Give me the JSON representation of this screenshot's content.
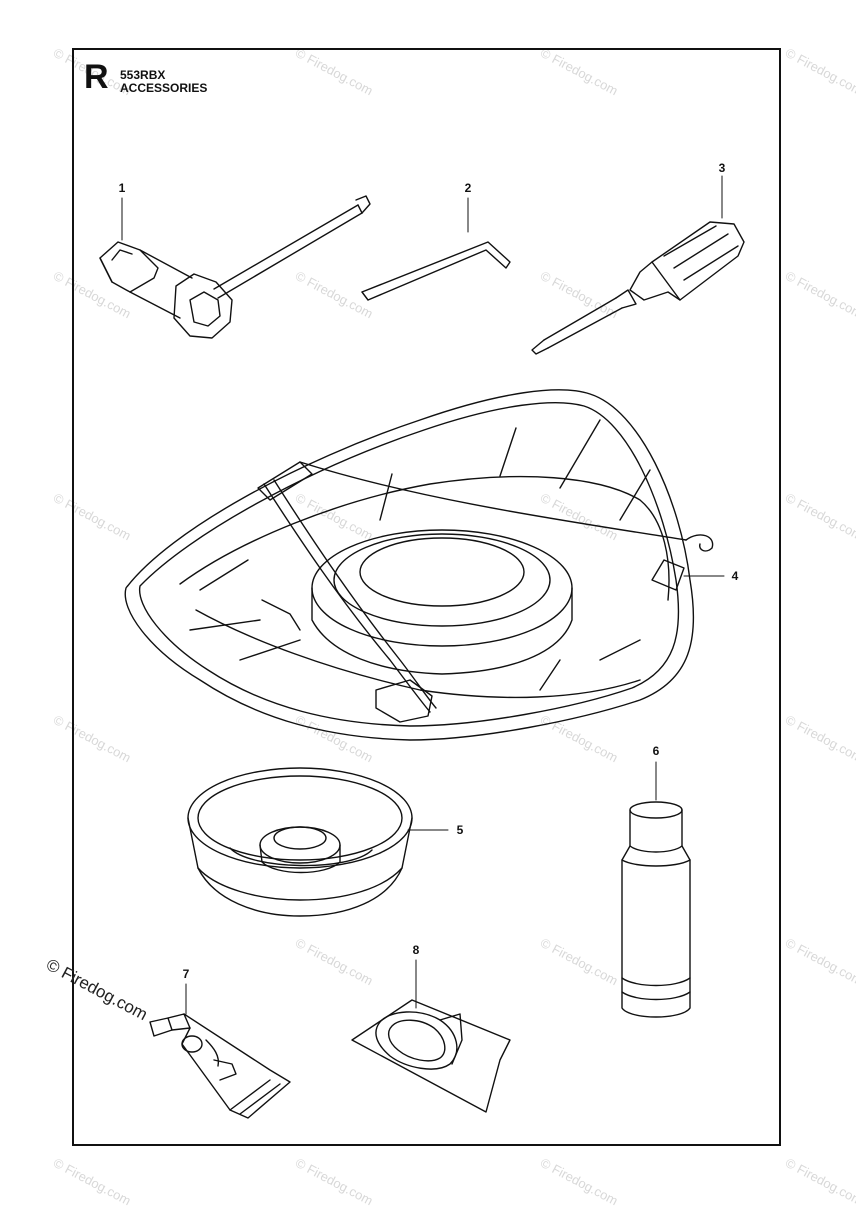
{
  "header": {
    "section_letter": "R",
    "model": "553RBX",
    "section_title": "ACCESSORIES"
  },
  "callouts": [
    "1",
    "2",
    "3",
    "4",
    "5",
    "6",
    "7",
    "8"
  ],
  "watermark": "© Firedog.com",
  "colors": {
    "line": "#111111",
    "watermark": "#d8d8d8"
  }
}
